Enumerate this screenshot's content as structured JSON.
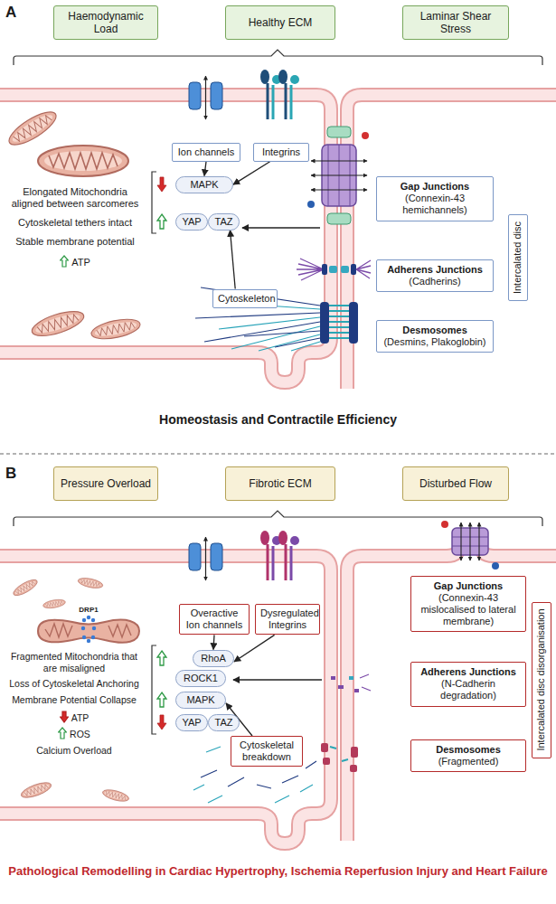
{
  "diagram": {
    "nodes": [
      {
        "text": [
          "Haemodynamic Load"
        ]
      },
      {
        "text": [
          "Healthy ECM"
        ]
      },
      {
        "text": [
          "Laminar Shear Stress"
        ]
      },
      {
        "text": [
          "Ion channels"
        ]
      },
      {
        "text": [
          "Integrins"
        ]
      },
      {
        "text": [
          "MAPK"
        ]
      },
      {
        "text": [
          "YAP"
        ]
      },
      {
        "text": [
          "TAZ"
        ]
      },
      {
        "text": [
          "Gap Junctions",
          "(Connexin-43 hemichannels)"
        ]
      },
      {
        "text": [
          "Adherens Junctions",
          "(Cadherins)"
        ]
      },
      {
        "text": [
          "Desmosomes",
          "(Desmins, Plakoglobin)"
        ]
      },
      {
        "text": [
          "Intercalated disc"
        ]
      },
      {
        "text": [
          "Cytoskeleton"
        ]
      },
      {
        "text": [
          "Pressure Overload"
        ]
      },
      {
        "text": [
          "Fibrotic ECM"
        ]
      },
      {
        "text": [
          "Disturbed Flow"
        ]
      },
      {
        "text": [
          "Overactive Ion channels"
        ]
      },
      {
        "text": [
          "Dysregulated Integrins"
        ]
      },
      {
        "text": [
          "RhoA"
        ]
      },
      {
        "text": [
          "ROCK1"
        ]
      },
      {
        "text": [
          "MAPK"
        ]
      },
      {
        "text": [
          "YAP"
        ]
      },
      {
        "text": [
          "TAZ"
        ]
      },
      {
        "text": [
          "Gap Junctions",
          "(Connexin-43 mislocalised to lateral membrane)"
        ]
      },
      {
        "text": [
          "Adherens Junctions",
          "(N-Cadherin degradation)"
        ]
      },
      {
        "text": [
          "Desmosomes",
          "(Fragmented)"
        ]
      },
      {
        "text": [
          "Intercalated disc disorganisation"
        ]
      },
      {
        "text": [
          "Cytoskeletal breakdown"
        ]
      }
    ],
    "edges": [
      {
        "from": 3,
        "to": 5,
        "arrow": "to"
      },
      {
        "from": 4,
        "to": 5,
        "arrow": "to"
      },
      {
        "from": 12,
        "to": 7,
        "arrow": "to"
      },
      {
        "from": 16,
        "to": 18,
        "arrow": "to"
      },
      {
        "from": 17,
        "to": 18,
        "arrow": "to"
      },
      {
        "from": 27,
        "to": 20,
        "arrow": "to"
      }
    ],
    "labels": [
      "A",
      "Elongated Mitochondria aligned between sarcomeres",
      "Cytoskeletal tethers intact",
      "Stable membrane potential",
      "ATP",
      "Homeostasis and Contractile Efficiency",
      "B",
      "DRP1",
      "Fragmented Mitochondria that are misaligned",
      "Loss of Cytoskeletal Anchoring",
      "Membrane Potential Collapse",
      "ATP",
      "ROS",
      "Calcium Overload",
      "Pathological Remodelling in Cardiac Hypertrophy, Ischemia Reperfusion Injury and Heart Failure"
    ]
  }
}
